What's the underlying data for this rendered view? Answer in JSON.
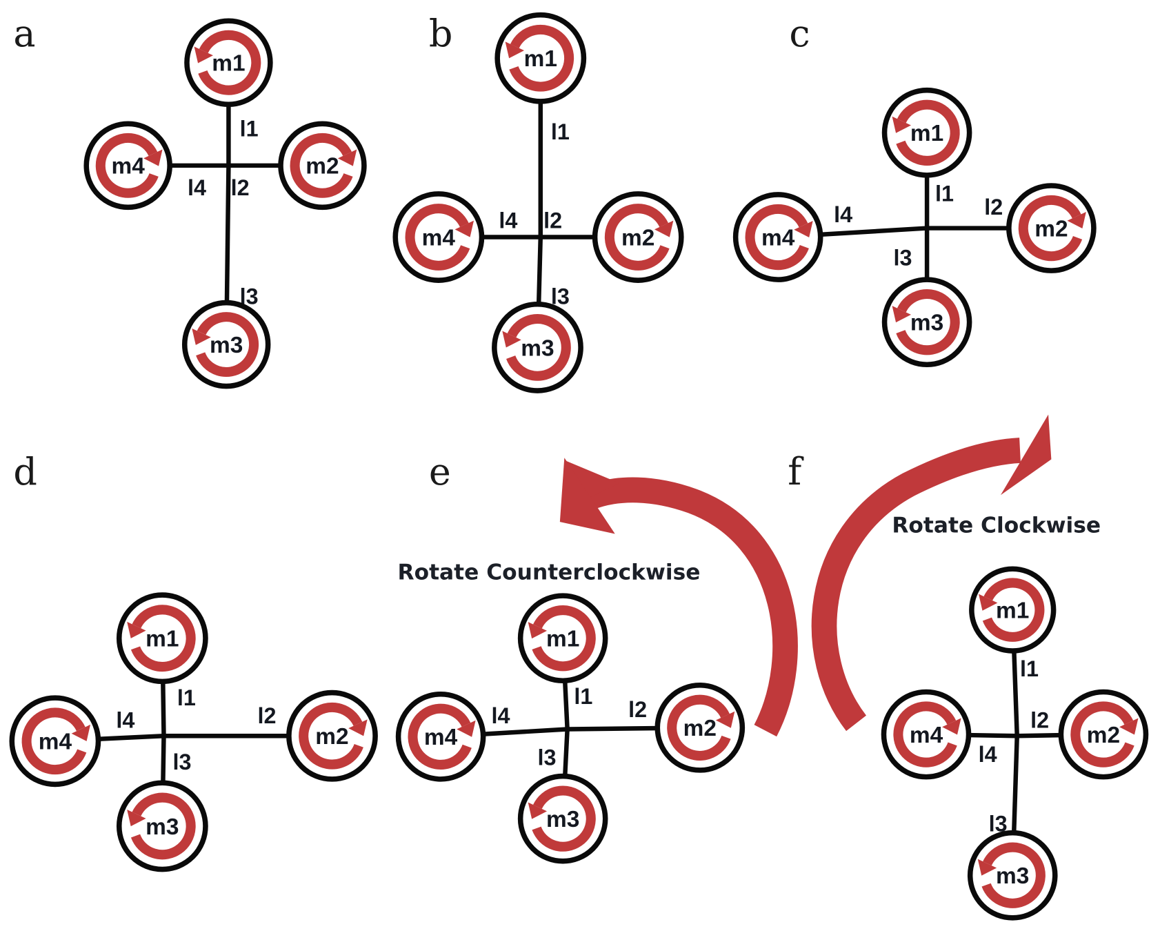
{
  "figure": {
    "description": "Quadrotor configurations with motor rotation directions and arm lengths",
    "colors": {
      "spin_arrow": "#c03a3a",
      "frame": "#0a0a0a",
      "rotation_arrow": "#c0393b"
    },
    "panels": [
      {
        "id": "a",
        "label": "a",
        "motors": [
          {
            "label": "m1",
            "spin": "clockwise"
          },
          {
            "label": "m2",
            "spin": "counterclockwise"
          },
          {
            "label": "m3",
            "spin": "clockwise"
          },
          {
            "label": "m4",
            "spin": "counterclockwise"
          }
        ],
        "arms": [
          "l1",
          "l2",
          "l3",
          "l4"
        ]
      },
      {
        "id": "b",
        "label": "b",
        "motors": [
          {
            "label": "m1",
            "spin": "clockwise"
          },
          {
            "label": "m2",
            "spin": "counterclockwise"
          },
          {
            "label": "m3",
            "spin": "clockwise"
          },
          {
            "label": "m4",
            "spin": "counterclockwise"
          }
        ],
        "arms": [
          "l1",
          "l2",
          "l3",
          "l4"
        ]
      },
      {
        "id": "c",
        "label": "c",
        "motors": [
          {
            "label": "m1",
            "spin": "clockwise"
          },
          {
            "label": "m2",
            "spin": "counterclockwise"
          },
          {
            "label": "m3",
            "spin": "clockwise"
          },
          {
            "label": "m4",
            "spin": "counterclockwise"
          }
        ],
        "arms": [
          "l1",
          "l2",
          "l3",
          "l4"
        ]
      },
      {
        "id": "d",
        "label": "d",
        "motors": [
          {
            "label": "m1",
            "spin": "clockwise"
          },
          {
            "label": "m2",
            "spin": "counterclockwise"
          },
          {
            "label": "m3",
            "spin": "clockwise"
          },
          {
            "label": "m4",
            "spin": "counterclockwise"
          }
        ],
        "arms": [
          "l1",
          "l2",
          "l3",
          "l4"
        ]
      },
      {
        "id": "e",
        "label": "e",
        "caption": "Rotate Counterclockwise",
        "motors": [
          {
            "label": "m1",
            "spin": "clockwise"
          },
          {
            "label": "m2",
            "spin": "counterclockwise"
          },
          {
            "label": "m3",
            "spin": "clockwise"
          },
          {
            "label": "m4",
            "spin": "counterclockwise"
          }
        ],
        "arms": [
          "l1",
          "l2",
          "l3",
          "l4"
        ]
      },
      {
        "id": "f",
        "label": "f",
        "caption": "Rotate Clockwise",
        "motors": [
          {
            "label": "m1",
            "spin": "clockwise"
          },
          {
            "label": "m2",
            "spin": "counterclockwise"
          },
          {
            "label": "m3",
            "spin": "clockwise"
          },
          {
            "label": "m4",
            "spin": "counterclockwise"
          }
        ],
        "arms": [
          "l1",
          "l2",
          "l3",
          "l4"
        ]
      }
    ]
  }
}
